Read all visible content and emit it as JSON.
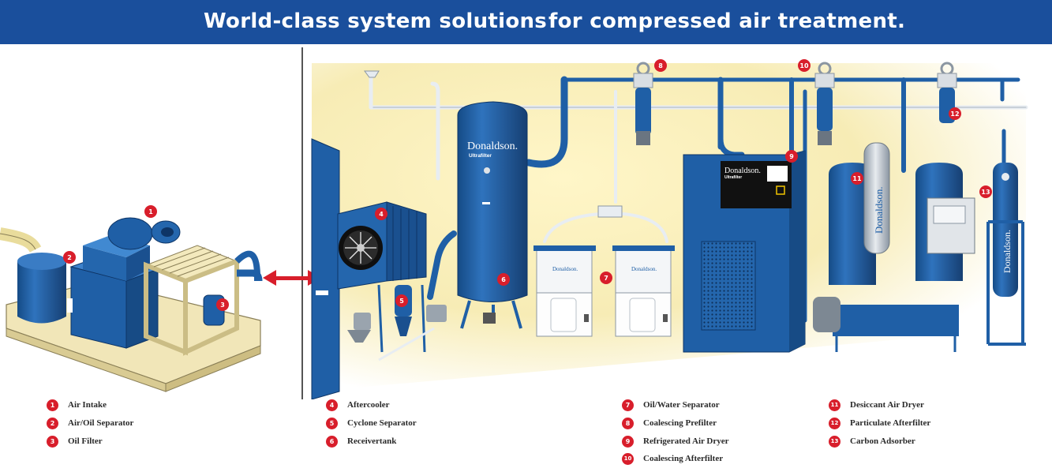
{
  "header": {
    "title_left": "World-class system solutions",
    "title_right": "for compressed air treatment."
  },
  "branding": {
    "name": "Donaldson.",
    "sub": "Ultrafilter"
  },
  "colors": {
    "banner": "#1a4f9c",
    "equipment": "#1f5fa6",
    "badge": "#d81e2b",
    "base": "#f1e6b8"
  },
  "components": [
    {
      "num": "1",
      "label": "Air Intake"
    },
    {
      "num": "2",
      "label": "Air/Oil Separator"
    },
    {
      "num": "3",
      "label": "Oil Filter"
    },
    {
      "num": "4",
      "label": "Aftercooler"
    },
    {
      "num": "5",
      "label": "Cyclone Separator"
    },
    {
      "num": "6",
      "label": "Receivertank"
    },
    {
      "num": "7",
      "label": "Oil/Water Separator"
    },
    {
      "num": "8",
      "label": "Coalescing Prefilter"
    },
    {
      "num": "9",
      "label": "Refrigerated Air Dryer"
    },
    {
      "num": "10",
      "label": "Coalescing Afterfilter"
    },
    {
      "num": "11",
      "label": "Desiccant Air Dryer"
    },
    {
      "num": "12",
      "label": "Particulate Afterfilter"
    },
    {
      "num": "13",
      "label": "Carbon Adsorber"
    }
  ]
}
